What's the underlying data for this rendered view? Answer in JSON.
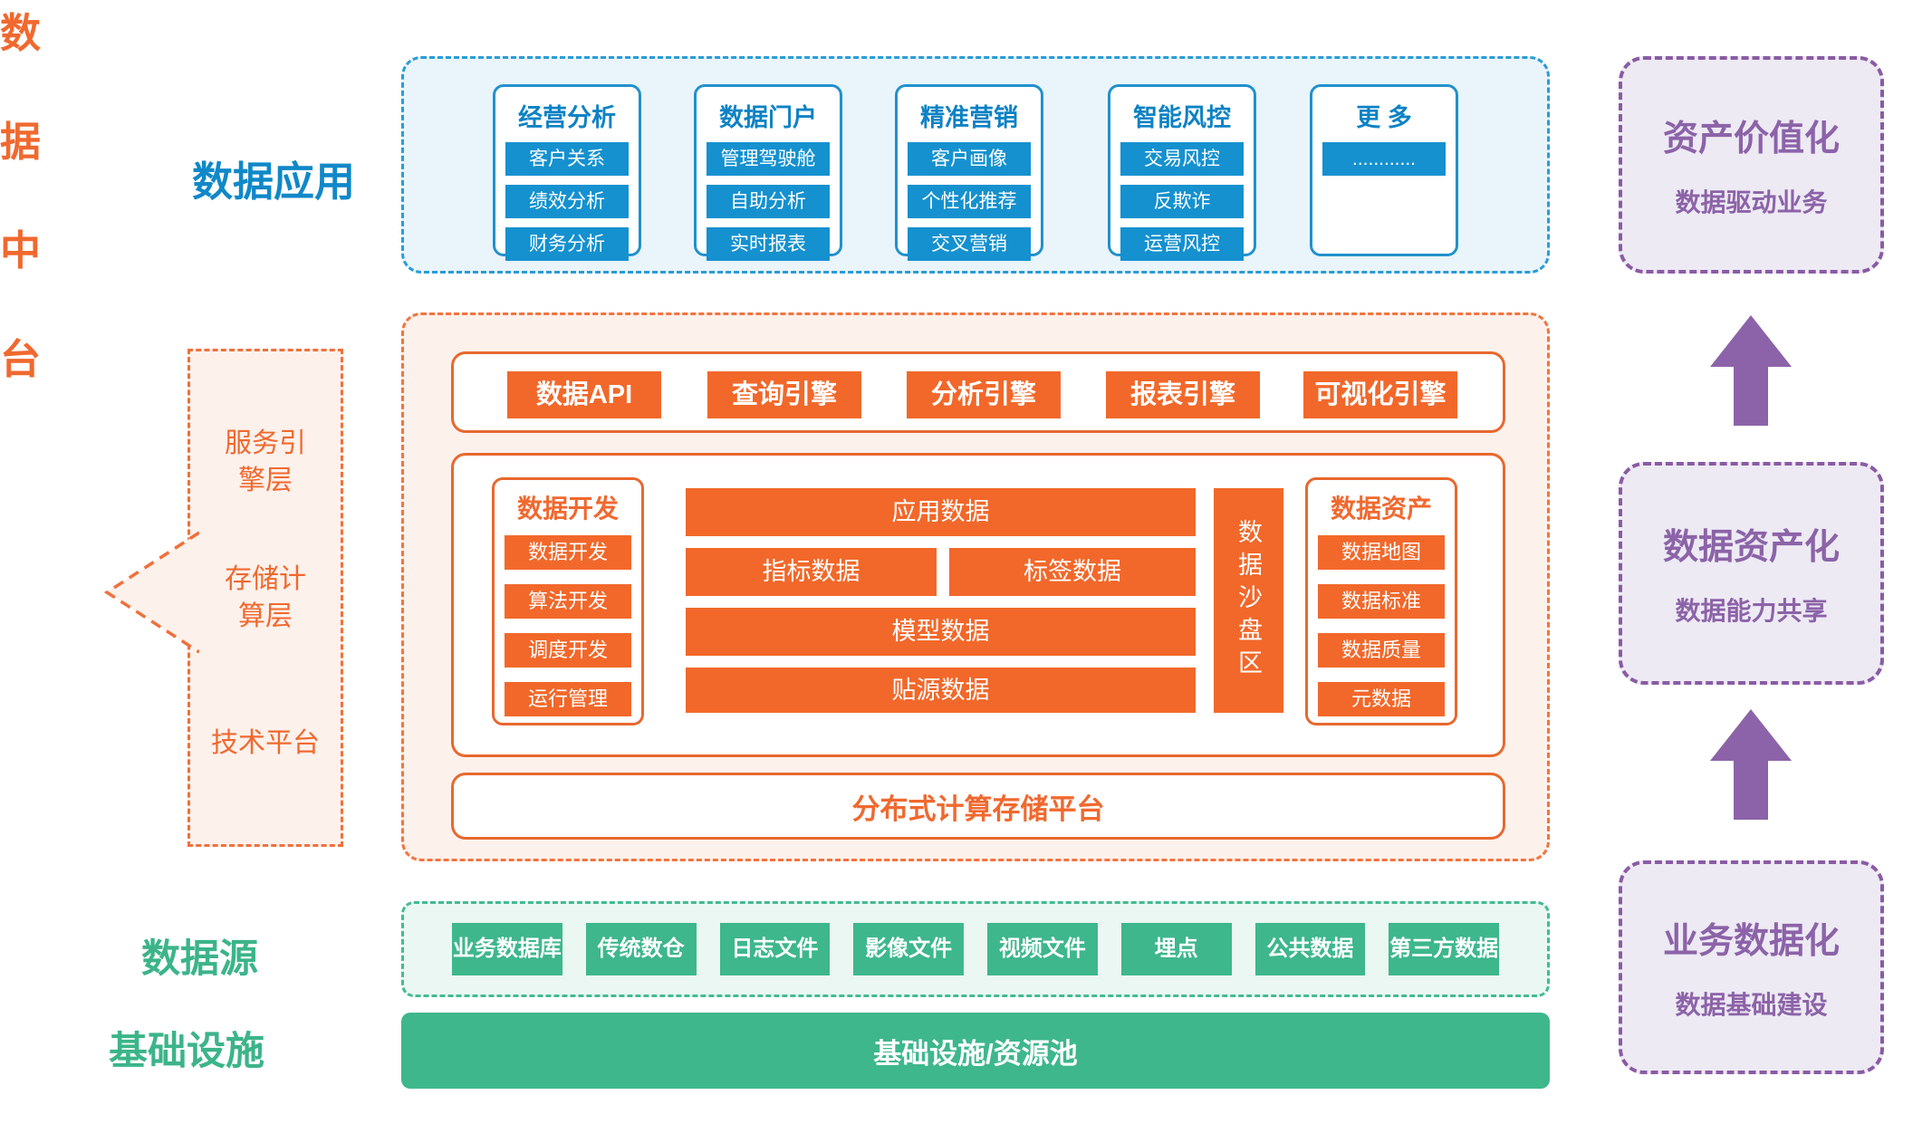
{
  "colors": {
    "blue_box": "#1591cf",
    "blue_title": "#0d82c4",
    "blue_dashed": "#2a9cd7",
    "blue_bg": "#e9f4fb",
    "orange_box": "#f2682a",
    "orange_border": "#e8682f",
    "orange_dashed": "#f3743f",
    "orange_bg": "#fdf1eb",
    "orange_text": "#f0692f",
    "green_box": "#3eb78c",
    "green_dashed": "#44bb91",
    "green_bg": "#eaf7f2",
    "purple": "#8c63a8",
    "purple_border": "#8a5ba5",
    "purple_bg": "#edeaf4"
  },
  "data_application": {
    "label": "数据应用",
    "cards": [
      {
        "title": "经营分析",
        "items": [
          "客户关系",
          "绩效分析",
          "财务分析"
        ]
      },
      {
        "title": "数据门户",
        "items": [
          "管理驾驶舱",
          "自助分析",
          "实时报表"
        ]
      },
      {
        "title": "精准营销",
        "items": [
          "客户画像",
          "个性化推荐",
          "交叉营销"
        ]
      },
      {
        "title": "智能风控",
        "items": [
          "交易风控",
          "反欺诈",
          "运营风控"
        ]
      },
      {
        "title": "更 多",
        "items": [
          "............"
        ]
      }
    ]
  },
  "data_middle_platform": {
    "label_chars": [
      "数",
      "据",
      "中",
      "台"
    ],
    "layers": [
      "服务引擎层",
      "存储计算层",
      "技术平台"
    ],
    "engines": [
      "数据API",
      "查询引擎",
      "分析引擎",
      "报表引擎",
      "可视化引擎"
    ],
    "data_development": {
      "title": "数据开发",
      "items": [
        "数据开发",
        "算法开发",
        "调度开发",
        "运行管理"
      ]
    },
    "data_zones": {
      "app": "应用数据",
      "indicator": "指标数据",
      "tag": "标签数据",
      "model": "模型数据",
      "source": "贴源数据"
    },
    "sandbox": "数据沙盘区",
    "data_assets": {
      "title": "数据资产",
      "items": [
        "数据地图",
        "数据标准",
        "数据质量",
        "元数据"
      ]
    },
    "platform": "分布式计算存储平台"
  },
  "data_sources": {
    "label": "数据源",
    "items": [
      "业务数据库",
      "传统数仓",
      "日志文件",
      "影像文件",
      "视频文件",
      "埋点",
      "公共数据",
      "第三方数据"
    ]
  },
  "infrastructure": {
    "label": "基础设施",
    "bar": "基础设施/资源池"
  },
  "value_chain": [
    {
      "title": "资产价值化",
      "subtitle": "数据驱动业务"
    },
    {
      "title": "数据资产化",
      "subtitle": "数据能力共享"
    },
    {
      "title": "业务数据化",
      "subtitle": "数据基础建设"
    }
  ]
}
